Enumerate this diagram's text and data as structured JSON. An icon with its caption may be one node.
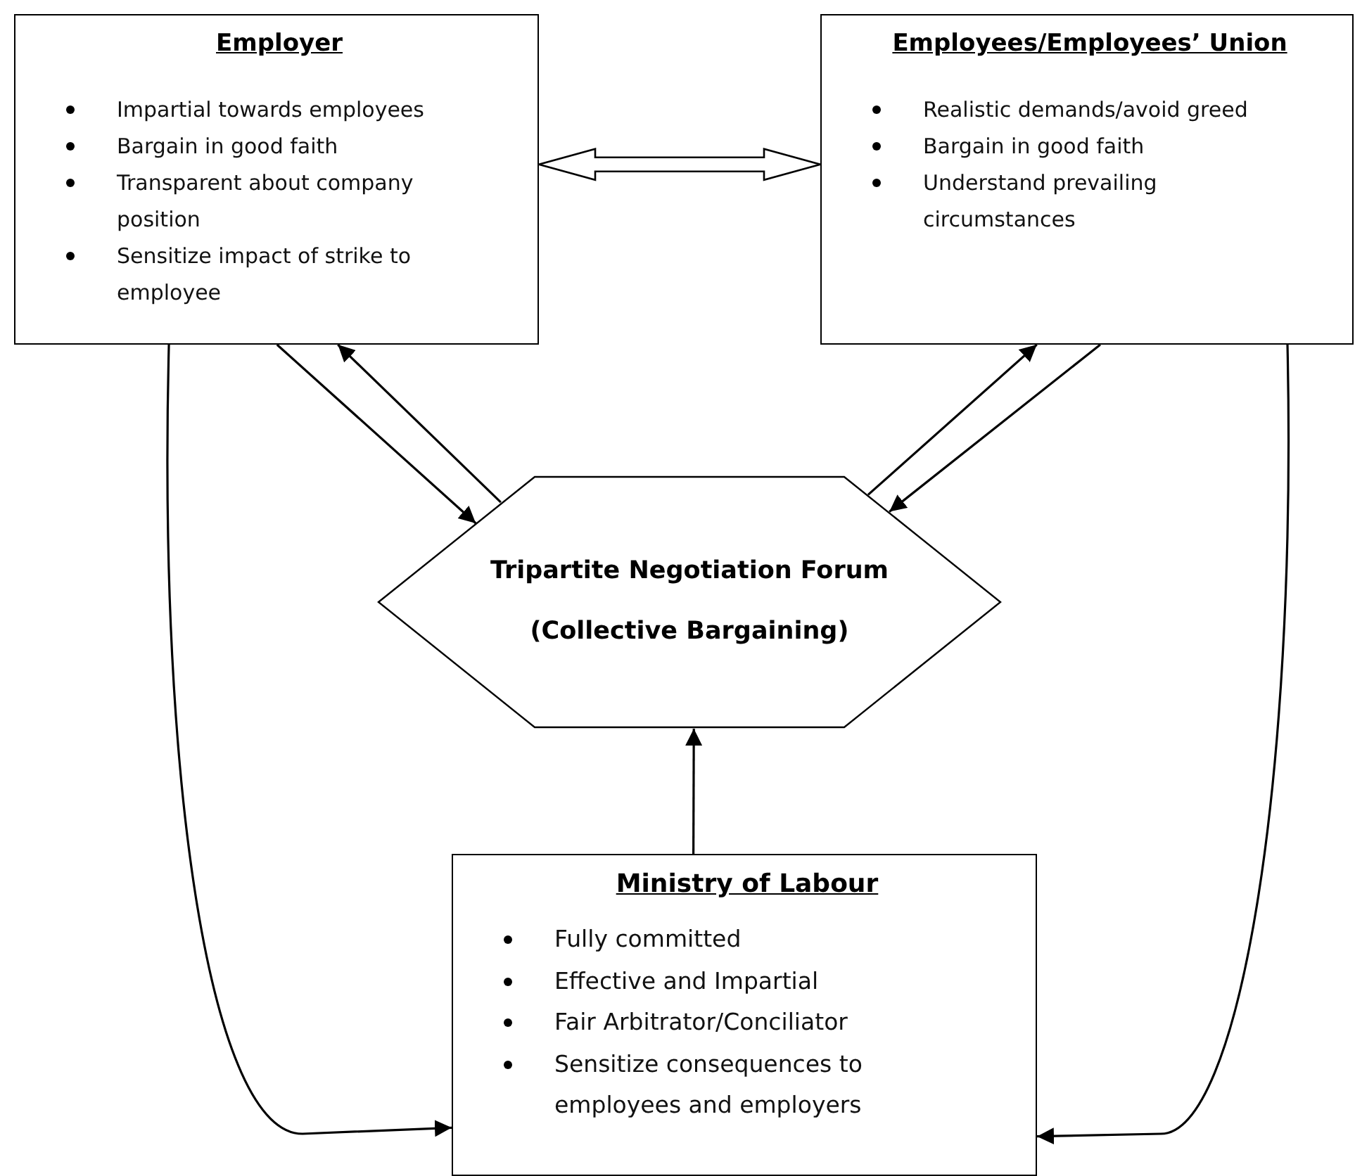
{
  "diagram": {
    "nodes": [
      {
        "text": [
          "Employer",
          "Impartial towards employees",
          "Bargain in good faith",
          "Transparent about company position",
          "Sensitize impact of strike to employee"
        ]
      },
      {
        "text": [
          "Employees/Employees’ Union",
          "Realistic demands/avoid greed",
          "Bargain in good faith",
          "Understand prevailing circumstances"
        ]
      },
      {
        "text": [
          "Tripartite Negotiation Forum",
          "(Collective Bargaining)"
        ]
      },
      {
        "text": [
          "Ministry of Labour",
          "Fully committed",
          "Effective and Impartial",
          "Fair Arbitrator/Conciliator",
          "Sensitize consequences to employees and employers"
        ]
      }
    ],
    "edges": [
      {
        "from": 0,
        "to": 1,
        "arrow": "both",
        "style": "thick"
      },
      {
        "from": 0,
        "to": 2,
        "arrow": "to"
      },
      {
        "from": 2,
        "to": 0,
        "arrow": "to"
      },
      {
        "from": 1,
        "to": 2,
        "arrow": "to"
      },
      {
        "from": 2,
        "to": 1,
        "arrow": "to"
      },
      {
        "from": 3,
        "to": 2,
        "arrow": "to"
      },
      {
        "from": 0,
        "to": 3,
        "arrow": "to"
      },
      {
        "from": 1,
        "to": 3,
        "arrow": "to"
      }
    ]
  }
}
